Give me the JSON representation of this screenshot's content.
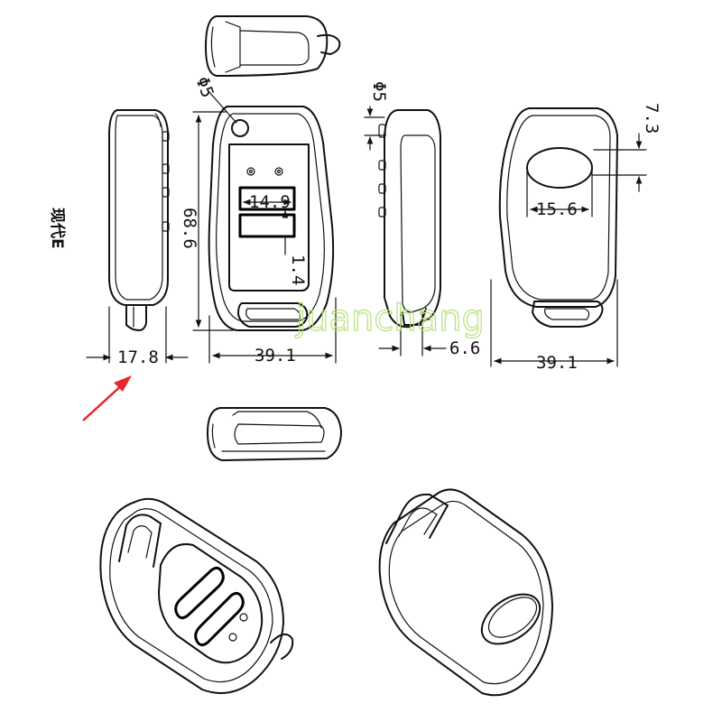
{
  "model_label": "现代E",
  "watermark": "juanchang",
  "dimensions": {
    "hole_left": "Φ5",
    "hole_right": "Φ5",
    "height": "68.6",
    "width_front": "39.1",
    "width_back": "39.1",
    "thickness": "17.8",
    "side_thickness": "6.6",
    "button_width": "14.9",
    "button_gap": "1.4",
    "battery_width": "15.6",
    "battery_offset": "7.3"
  },
  "colors": {
    "line": "#111111",
    "arrow": "#e8262b",
    "watermark": "#b7e27c"
  }
}
